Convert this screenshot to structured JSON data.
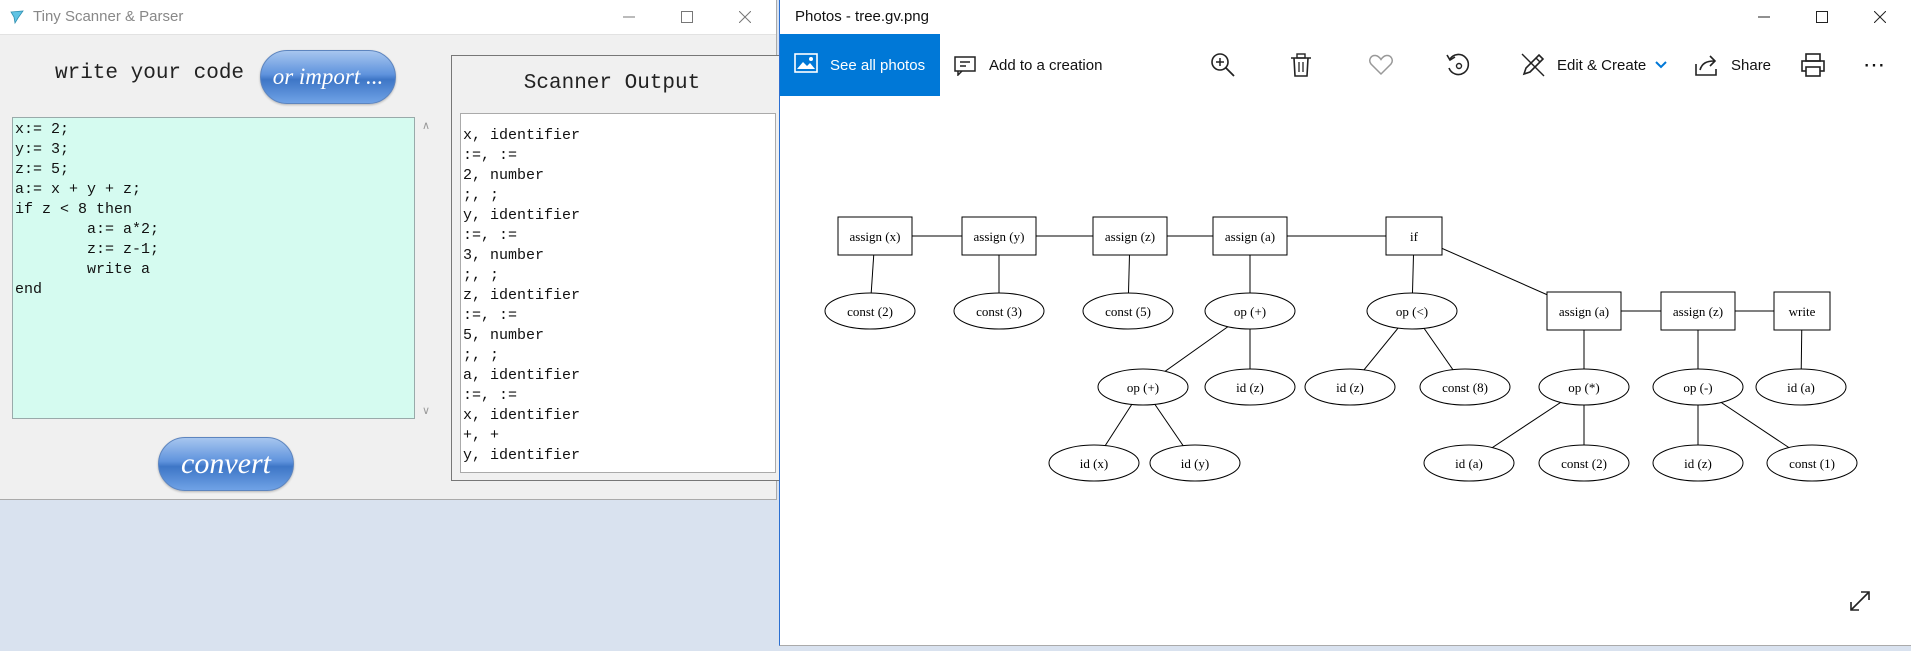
{
  "left_window": {
    "title": "Tiny Scanner & Parser",
    "write_label": "write your code",
    "import_button": "or import ...",
    "convert_button": "convert",
    "code": "x:= 2;\ny:= 3;\nz:= 5;\na:= x + y + z;\nif z < 8 then\n        a:= a*2;\n        z:= z-1;\n        write a\nend",
    "scanner_title": "Scanner Output",
    "scanner_lines": [
      "x, identifier",
      ":=, :=",
      "2, number",
      ";, ;",
      "y, identifier",
      ":=, :=",
      "3, number",
      ";, ;",
      "z, identifier",
      ":=, :=",
      "5, number",
      ";, ;",
      "a, identifier",
      ":=, :=",
      "x, identifier",
      "+, +",
      "y, identifier"
    ]
  },
  "right_window": {
    "title": "Photos - tree.gv.png",
    "toolbar": {
      "see_all": "See all photos",
      "add_creation": "Add to a creation",
      "edit_create": "Edit & Create",
      "share": "Share"
    },
    "accent_color": "#0078d7",
    "tree_nodes": {
      "a1": "assign (x)",
      "a2": "assign (y)",
      "a3": "assign (z)",
      "a4": "assign (a)",
      "if": "if",
      "c2": "const (2)",
      "c3": "const (3)",
      "c5": "const (5)",
      "opplus1": "op (+)",
      "oplt": "op (<)",
      "a5": "assign (a)",
      "a6": "assign (z)",
      "wr": "write",
      "opplus2": "op (+)",
      "idz1": "id (z)",
      "idz2": "id (z)",
      "c8": "const (8)",
      "opmul": "op (*)",
      "opminus": "op (-)",
      "ida1": "id (a)",
      "idx": "id (x)",
      "idy": "id (y)",
      "ida2": "id (a)",
      "c2b": "const (2)",
      "idz3": "id (z)",
      "c1": "const (1)"
    }
  }
}
